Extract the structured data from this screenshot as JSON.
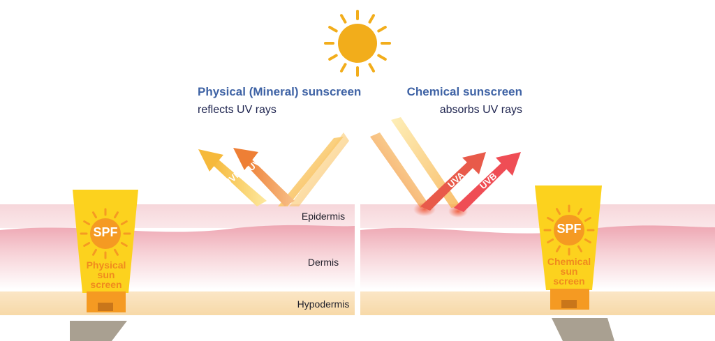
{
  "physical": {
    "title": "Physical (Mineral) sunscreen",
    "subtitle": "reflects UV rays",
    "ray_labels": [
      "UVB",
      "UVA"
    ],
    "tube_spf": "SPF",
    "tube_label": [
      "Physical",
      "sun",
      "screen"
    ]
  },
  "chemical": {
    "title": "Chemical sunscreen",
    "subtitle": "absorbs UV rays",
    "ray_labels": [
      "UVA",
      "UVB"
    ],
    "tube_spf": "SPF",
    "tube_label": [
      "Chemical",
      "sun",
      "screen"
    ]
  },
  "layers": {
    "epidermis": "Epidermis",
    "dermis": "Dermis",
    "hypodermis": "Hypodermis"
  },
  "colors": {
    "sun": "#f2ad1b",
    "uvb_ray": "#f7c54a",
    "uva_ray": "#ef8c3c",
    "chem_uva": "#e85a4a",
    "chem_uvb": "#ef4d55",
    "tube_yellow": "#fcd21e",
    "tube_orange": "#f59a22",
    "skin": "#f5c9cd",
    "hypodermis": "#f9e0b6",
    "title_blue": "#3f63a5"
  },
  "icons": [
    "sun-icon",
    "sunscreen-tube-icon"
  ]
}
